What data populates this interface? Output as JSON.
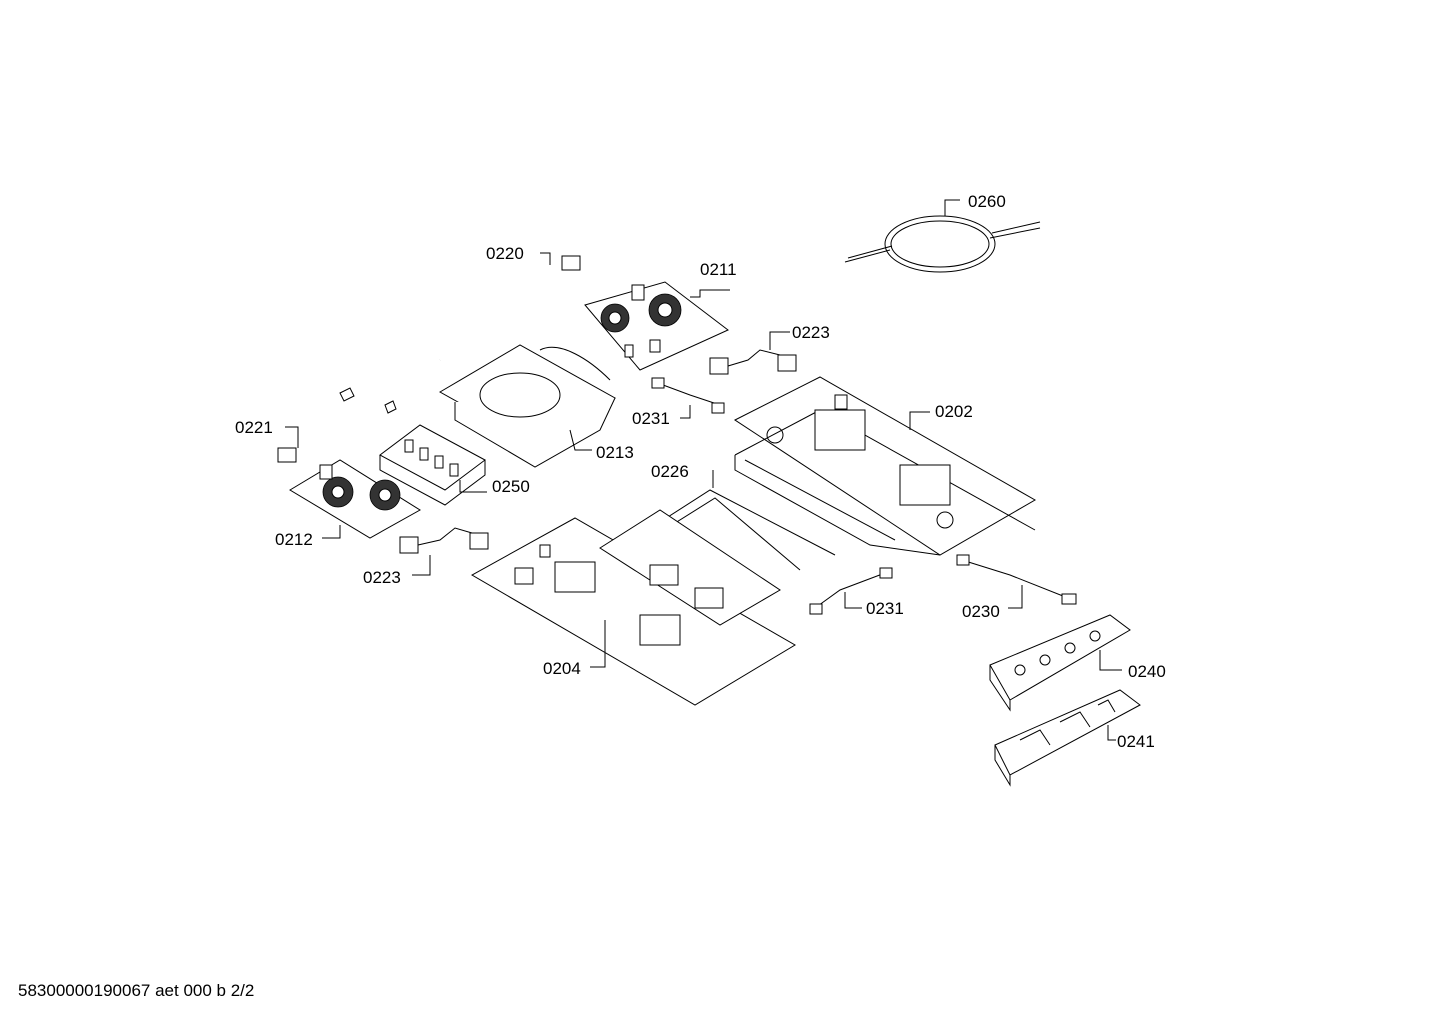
{
  "parts": [
    {
      "id": "p0260",
      "label": "0260"
    },
    {
      "id": "p0220",
      "label": "0220"
    },
    {
      "id": "p0211",
      "label": "0211"
    },
    {
      "id": "p0223a",
      "label": "0223"
    },
    {
      "id": "p0231a",
      "label": "0231"
    },
    {
      "id": "p0202",
      "label": "0202"
    },
    {
      "id": "p0221",
      "label": "0221"
    },
    {
      "id": "p0213",
      "label": "0213"
    },
    {
      "id": "p0226",
      "label": "0226"
    },
    {
      "id": "p0250",
      "label": "0250"
    },
    {
      "id": "p0212",
      "label": "0212"
    },
    {
      "id": "p0223b",
      "label": "0223"
    },
    {
      "id": "p0231b",
      "label": "0231"
    },
    {
      "id": "p0230",
      "label": "0230"
    },
    {
      "id": "p0204",
      "label": "0204"
    },
    {
      "id": "p0240",
      "label": "0240"
    },
    {
      "id": "p0241",
      "label": "0241"
    }
  ],
  "footer": "58300000190067 aet 000 b 2/2"
}
